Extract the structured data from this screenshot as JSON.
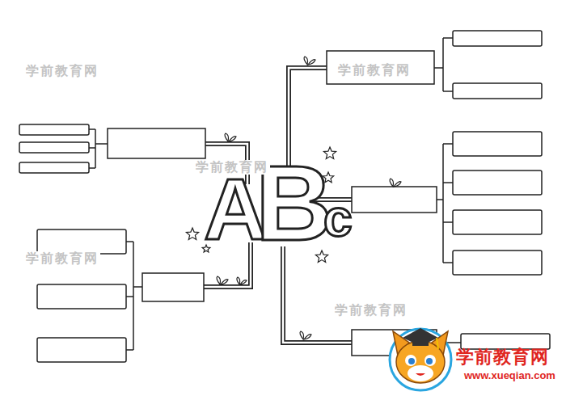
{
  "diagram": {
    "labels": [
      "A",
      "B",
      "c",
      "学前教育网",
      "学前教育网",
      "学前教育网",
      "学前教育网",
      "学前教育网",
      "学前教育网",
      "www.xueqian.com"
    ]
  }
}
